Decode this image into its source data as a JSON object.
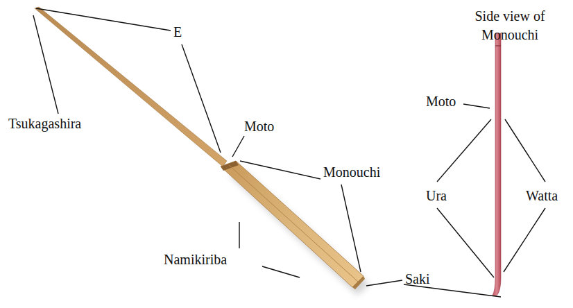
{
  "diagram": {
    "labels": [
      "E",
      "Tsukagashira",
      "Moto",
      "Monouchi",
      "Namikiriba",
      "Saki",
      "Side view of Monouchi",
      "Moto",
      "Ura",
      "Watta"
    ]
  }
}
